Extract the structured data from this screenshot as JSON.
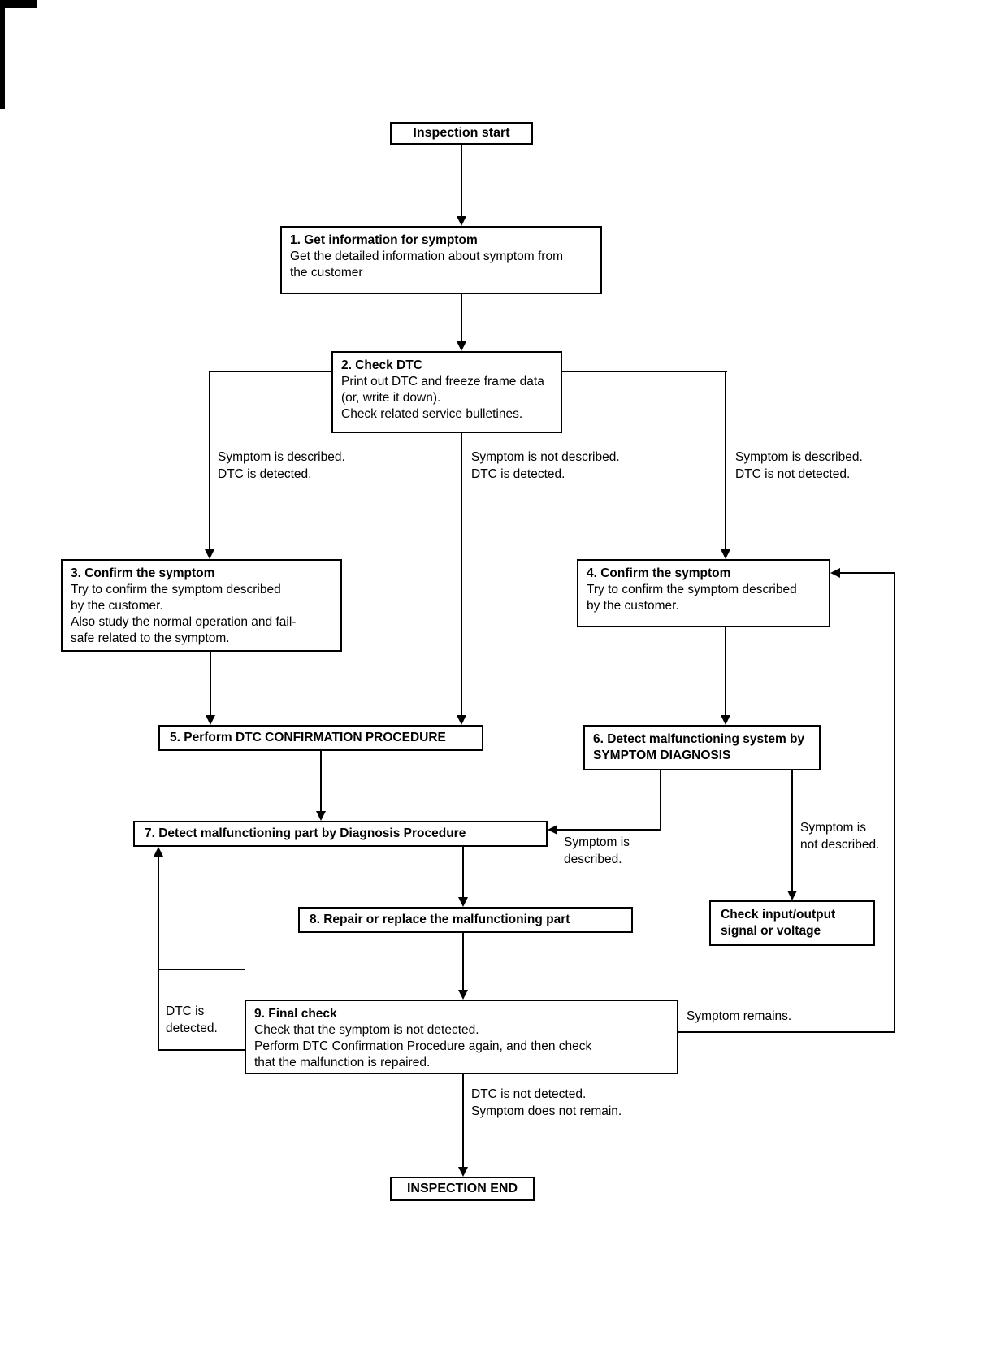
{
  "flow": {
    "start_label": "Inspection start",
    "end_label": "INSPECTION END",
    "nodes": {
      "n1": {
        "title": "1. Get information for symptom",
        "body": [
          "Get the detailed information about symptom from",
          "the customer"
        ]
      },
      "n2": {
        "title": "2. Check DTC",
        "body": [
          "Print out DTC and freeze frame data",
          "(or, write it down).",
          "Check related service bulletines."
        ]
      },
      "n3": {
        "title": "3. Confirm the symptom",
        "body": [
          "Try to confirm the symptom described",
          "by the customer.",
          "Also study the normal operation and fail-",
          "safe related to the symptom."
        ]
      },
      "n4": {
        "title": "4. Confirm the symptom",
        "body": [
          "Try to confirm the symptom described",
          "by the customer."
        ]
      },
      "n5": {
        "title": "5. Perform DTC CONFIRMATION PROCEDURE"
      },
      "n6": {
        "title": "6. Detect malfunctioning system by",
        "title2": "SYMPTOM DIAGNOSIS"
      },
      "n7": {
        "title": "7. Detect malfunctioning part by Diagnosis Procedure"
      },
      "n8": {
        "title": "8. Repair or replace the malfunctioning part"
      },
      "n9": {
        "title": "9. Final check",
        "body": [
          "Check that the symptom is not detected.",
          "Perform DTC Confirmation Procedure again, and then check",
          "that the malfunction is repaired."
        ]
      },
      "check_io": {
        "title": "Check input/output",
        "title2": "signal or voltage"
      }
    },
    "labels": {
      "branch_left": [
        "Symptom is described.",
        "DTC is detected."
      ],
      "branch_mid": [
        "Symptom is not described.",
        "DTC is detected."
      ],
      "branch_right": [
        "Symptom is described.",
        "DTC is not detected."
      ],
      "symptom_described": [
        "Symptom is",
        "described."
      ],
      "symptom_not_described": [
        "Symptom is",
        "not described."
      ],
      "dtc_detected": [
        "DTC is",
        "detected."
      ],
      "symptom_remains": "Symptom remains.",
      "dtc_not_detected": [
        "DTC is not detected.",
        "Symptom does not remain."
      ]
    }
  }
}
